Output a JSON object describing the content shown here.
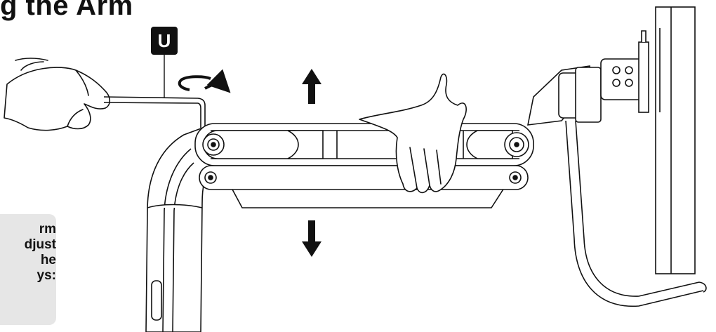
{
  "title": "g the Arm",
  "callout": {
    "lines": "rm\ndjust\nhe\nys:"
  },
  "hex_key_label": "U",
  "icons": {
    "hand_left": "hand-holding-hex-key-icon",
    "hand_right": "hand-pressing-arm-icon",
    "arrow_up": "arrow-up-icon",
    "arrow_down": "arrow-down-icon",
    "rotate": "rotate-arrow-icon"
  }
}
